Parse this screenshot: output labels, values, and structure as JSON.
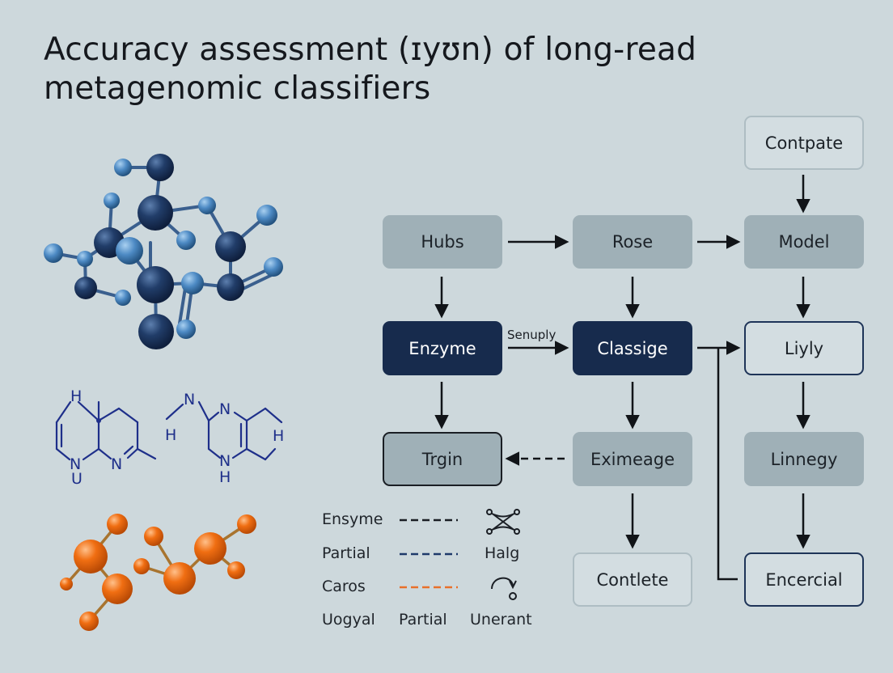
{
  "title": {
    "line1": "Accuracy assessment (ɪyʊn) of long-read",
    "line2": "metagenomic classifiers"
  },
  "nodes": {
    "contpate": "Contpate",
    "hubs": "Hubs",
    "rose": "Rose",
    "model": "Model",
    "enzyme": "Enzyme",
    "classige": "Classige",
    "liyly": "Liyly",
    "trgin": "Trgin",
    "eximeage": "Eximeage",
    "linnegy": "Linnegy",
    "contlete": "Contlete",
    "encercial": "Encercial"
  },
  "edge_labels": {
    "senuply": "Senuply"
  },
  "legend": {
    "row1": {
      "label": "Ensyme",
      "color": "#1a1e24"
    },
    "row2": {
      "label": "Partial",
      "color": "#1e3a6a",
      "icon_label": "Halg"
    },
    "row3": {
      "label": "Caros",
      "color": "#e8702a"
    },
    "row4": {
      "col1": "Uogyal",
      "col2": "Partial",
      "col3": "Unerant"
    }
  },
  "molecule_labels": {
    "left": {
      "n_top": "N",
      "h_top": "H",
      "n_bottom": "N",
      "u_bottom": "U",
      "n_right": "N"
    },
    "right": {
      "n_left": "N",
      "h_left": "H",
      "n_top": "N",
      "n_bottom": "N",
      "h_bottom": "H",
      "h_right": "H"
    }
  },
  "colors": {
    "background": "#cdd8dc",
    "node_gray": "#9fb0b7",
    "node_dark": "#172b4d",
    "atom_dark": "#1f3a66",
    "atom_light": "#4e8ac2",
    "atom_orange": "#ee6c10",
    "chem_line": "#1e2f8a"
  }
}
